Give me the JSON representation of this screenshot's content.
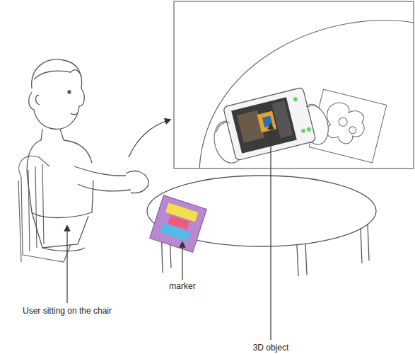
{
  "diagram": {
    "labels": [
      "User sitting on the chair",
      "marker",
      "3D object"
    ]
  }
}
